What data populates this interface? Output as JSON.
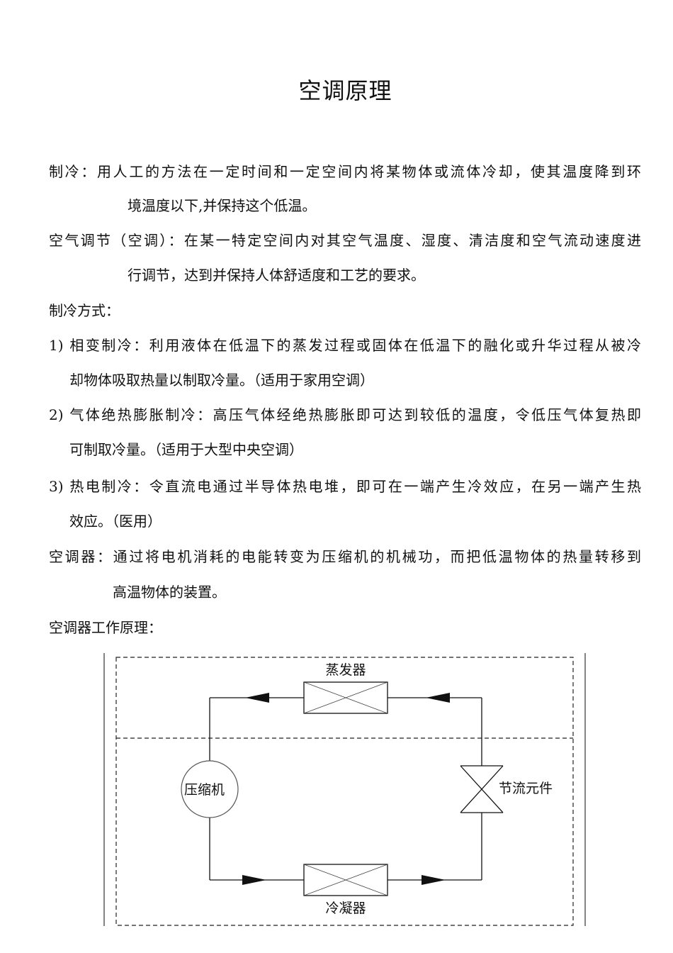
{
  "document": {
    "title": "空调原理",
    "paragraphs": {
      "refrigeration_l1": "制冷：用人工的方法在一定时间和一定空间内将某物体或流体冷却，使其温度降到环",
      "refrigeration_l2": "境温度以下,并保持这个低温。",
      "aircon_l1": "空气调节（空调）：在某一特定空间内对其空气温度、湿度、清洁度和空气流动速度进",
      "aircon_l2": "行调节，达到并保持人体舒适度和工艺的要求。",
      "methods_heading": "制冷方式：",
      "item1_l1": "1)  相变制冷：利用液体在低温下的蒸发过程或固体在低温下的融化或升华过程从被冷",
      "item1_l2": "却物体吸取热量以制取冷量。（适用于家用空调）",
      "item2_l1": "2)  气体绝热膨胀制冷：高压气体经绝热膨胀即可达到较低的温度，令低压气体复热即",
      "item2_l2": "可制取冷量。（适用于大型中央空调）",
      "item3_l1": "3)  热电制冷：令直流电通过半导体热电堆，即可在一端产生冷效应，在另一端产生热",
      "item3_l2": "效应。（医用）",
      "device_l1": "空调器：通过将电机消耗的电能转变为压缩机的机械功，而把低温物体的热量转移到",
      "device_l2": "高温物体的装置。",
      "principle_heading": "空调器工作原理："
    }
  },
  "diagram": {
    "evaporator": "蒸发器",
    "compressor": "压缩机",
    "throttle": "节流元件",
    "condenser": "冷凝器"
  }
}
